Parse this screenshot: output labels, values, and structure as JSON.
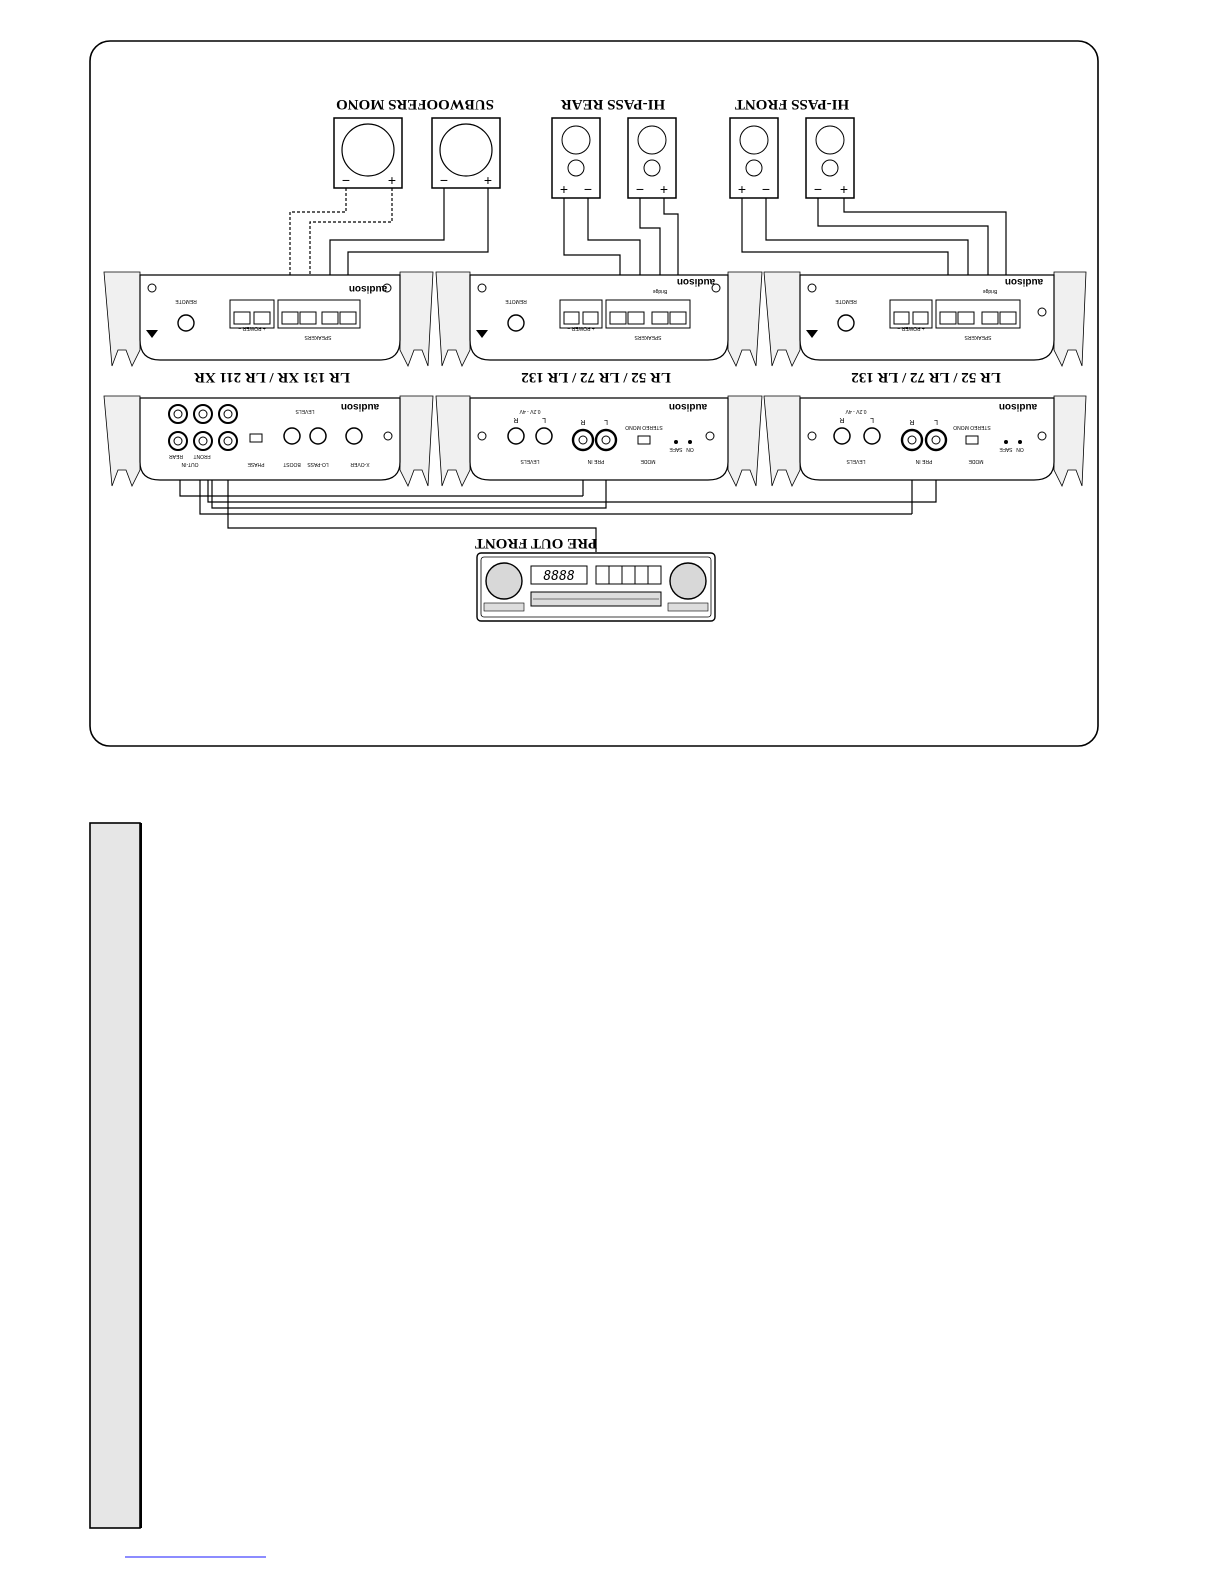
{
  "speakers": {
    "hipass_front": "HI-PASS FRONT",
    "hipass_rear": "HI-PASS REAR",
    "subwoofers": "SUBWOOFERS MONO",
    "plus": "+",
    "minus": "−"
  },
  "amplifiers": {
    "left_model": "LR 131 XR / LR 211 XR",
    "center_model": "LR 52 / LR 72 / LR 132",
    "right_model": "LR 52 / LR 72 / LR 132",
    "brand": "audison",
    "remote": "REMOTE",
    "power": "+ POWER −",
    "speakers": "SPEAKERS",
    "bridge": "Bridge",
    "levels": "LEVELS",
    "mode": "MODE",
    "pre_in": "PRE IN",
    "stereo_mono": "STEREO  MONO",
    "safe": "SAFE",
    "on": "ON",
    "level_range": "0.2V - 4V",
    "knob_r": "R",
    "knob_l": "L",
    "xover": "X-OVER",
    "lopass": "LO-PASS",
    "boost": "BOOST",
    "phase": "PHASE",
    "out_in": "OUT-IN",
    "front": "FRONT",
    "rear": "REAR"
  },
  "head_unit": {
    "label": "PRE OUT FRONT",
    "display": "8888"
  },
  "colors": {
    "line": "#000000",
    "side_bar": "#e6e6e6",
    "link": "#1a1aff"
  }
}
